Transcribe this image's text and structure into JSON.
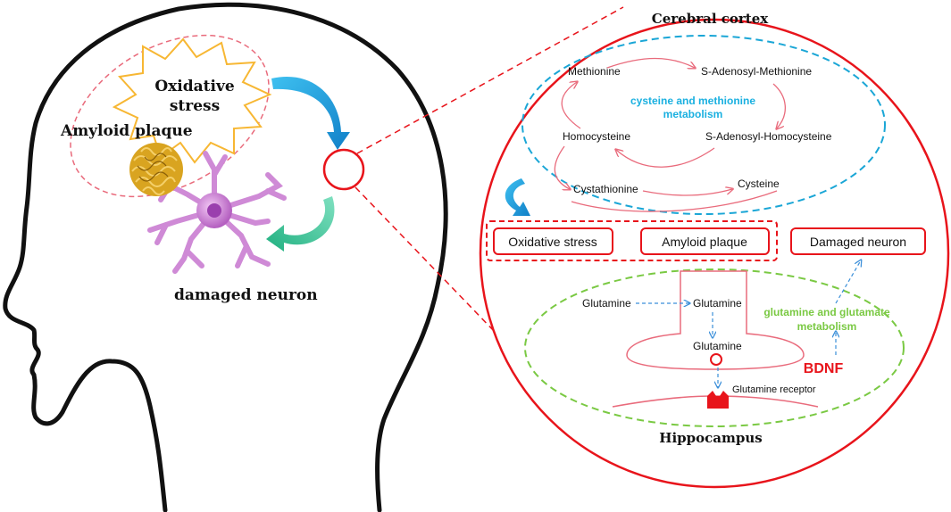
{
  "left_panel": {
    "oxidative_stress_line1": "Oxidative",
    "oxidative_stress_line2": "stress",
    "amyloid_plaque": "Amyloid plaque",
    "damaged_neuron": "damaged neuron"
  },
  "right_panel": {
    "top_title": "Cerebral cortex",
    "bottom_title": "Hippocampus",
    "cycle": {
      "methionine": "Methionine",
      "sam": "S-Adenosyl-Methionine",
      "homocysteine": "Homocysteine",
      "sah": "S-Adenosyl-Homocysteine",
      "cystathionine": "Cystathionine",
      "cysteine": "Cysteine",
      "pathway_line1": "cysteine and methionine",
      "pathway_line2": "metabolism"
    },
    "boxes": {
      "oxidative_stress": "Oxidative stress",
      "amyloid_plaque": "Amyloid plaque",
      "damaged_neuron": "Damaged neuron"
    },
    "synapse": {
      "glutamine_outside": "Glutamine",
      "glutamine_terminal": "Glutamine",
      "glutamine_vesicle": "Glutamine",
      "receptor": "Glutamine receptor",
      "pathway_line1": "glutamine and glutamate",
      "pathway_line2": "metabolism",
      "bdnf": "BDNF"
    }
  },
  "colors": {
    "red": "#e8141b",
    "pink": "#e96b7c",
    "cyan_dash": "#1aa6d6",
    "cyan_text": "#1ab0e0",
    "green": "#7ac943",
    "blue_dash": "#3b8fd9",
    "star": "#f7b733",
    "neuron": "#cf8ad6",
    "teal": "#3cc8a0"
  }
}
